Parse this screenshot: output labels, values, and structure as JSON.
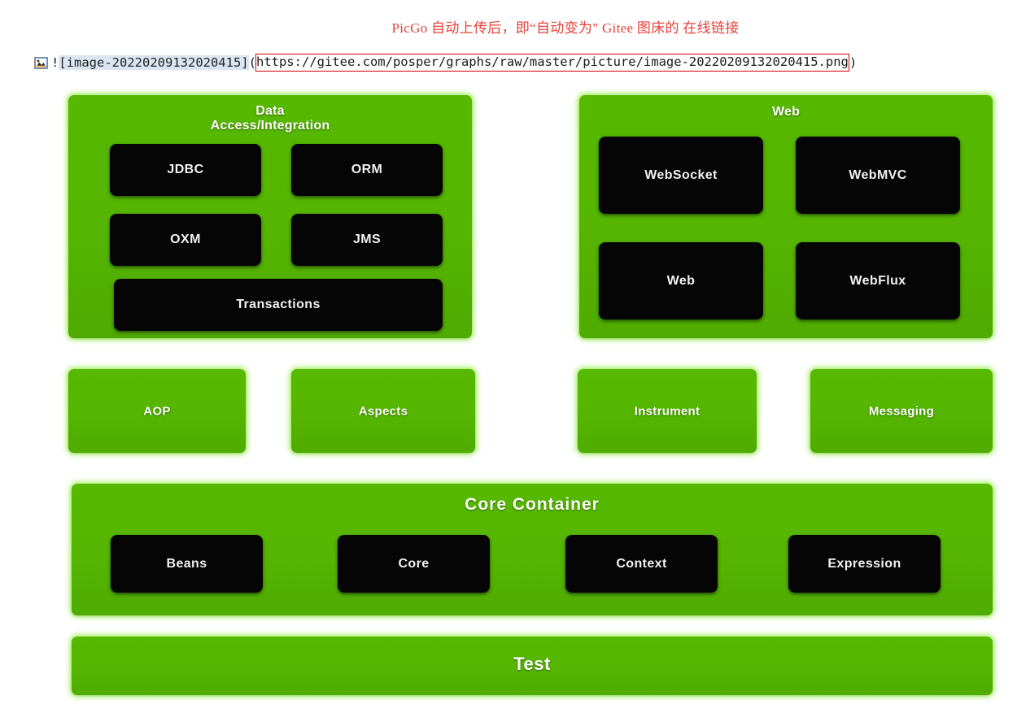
{
  "annotation": {
    "text": "PicGo 自动上传后，即“自动变为\" Gitee 图床的 在线链接",
    "color": "#e8413a"
  },
  "markdown_line": {
    "icon": "image-icon",
    "bang": "!",
    "alt_text": "[image-20220209132020415]",
    "open_paren": "(",
    "url": "https://gitee.com/posper/graphs/raw/master/picture/image-20220209132020415.png",
    "close_paren": ")",
    "highlight_color": "#dbe5f1",
    "url_box_border_color": "#d00000"
  },
  "diagram": {
    "accent_green": "#55b500",
    "module_black": "#050505",
    "groups": [
      {
        "id": "data-access",
        "title": "Data\nAccess/Integration",
        "title_line1": "Data",
        "title_line2": "Access/Integration",
        "modules": [
          "JDBC",
          "ORM",
          "OXM",
          "JMS",
          "Transactions"
        ]
      },
      {
        "id": "web",
        "title": "Web",
        "modules": [
          "WebSocket",
          "WebMVC",
          "Web",
          "WebFlux"
        ]
      }
    ],
    "standalone": [
      {
        "id": "aop",
        "label": "AOP"
      },
      {
        "id": "aspects",
        "label": "Aspects"
      },
      {
        "id": "instrument",
        "label": "Instrument"
      },
      {
        "id": "messaging",
        "label": "Messaging"
      }
    ],
    "core_container": {
      "title": "Core  Container",
      "modules": [
        "Beans",
        "Core",
        "Context",
        "Expression"
      ]
    },
    "test": {
      "label": "Test"
    }
  }
}
